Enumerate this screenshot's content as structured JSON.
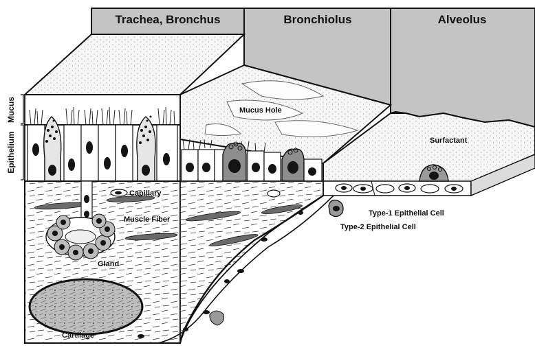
{
  "headers": {
    "trachea_bronchus": "Trachea, Bronchus",
    "bronchiolus": "Bronchiolus",
    "alveolus": "Alveolus"
  },
  "side_labels": {
    "mucus": "Mucus",
    "epithelium": "Epithelium"
  },
  "labels": {
    "mucus_hole": "Mucus Hole",
    "surfactant": "Surfactant",
    "capillary": "Capillary",
    "muscle_fiber": "Muscle Fiber",
    "gland": "Gland",
    "cartilage": "Cartilage",
    "type1_cell": "Type-1 Epithelial Cell",
    "type2_cell": "Type-2 Epithelial Cell"
  },
  "colors": {
    "header_fill": "#c4c4c4",
    "stroke": "#111111",
    "surface": "#f4f4f4",
    "muscle": "#6a6a6a",
    "nucleus": "#141414",
    "cartilage": "#bdbdbd"
  }
}
